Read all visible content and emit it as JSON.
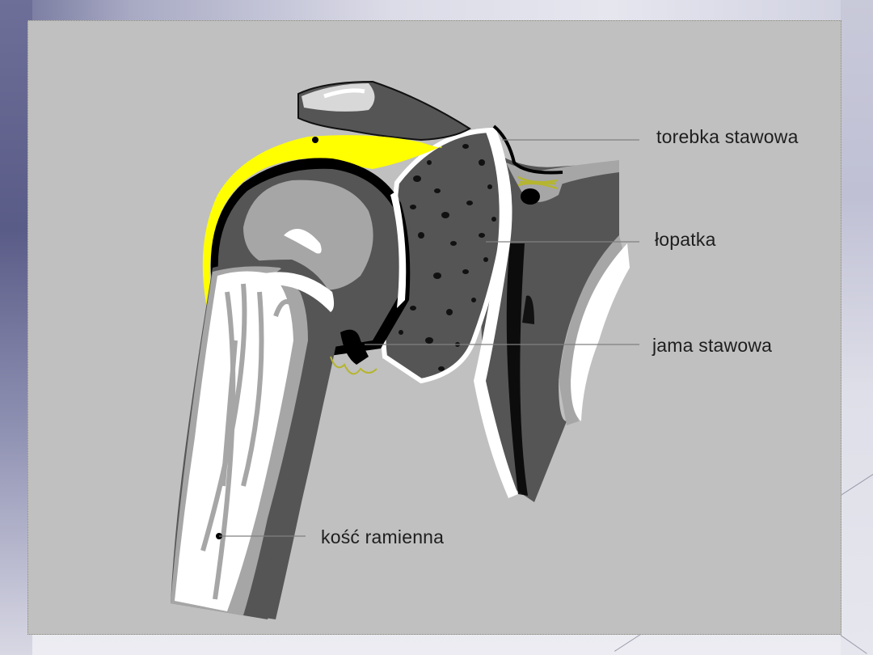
{
  "slide": {
    "background_colors": {
      "left_edge": "#5a5c88",
      "light": "#e6e6ef"
    },
    "panel_color": "#c0c0c0"
  },
  "diagram": {
    "subject": "shoulder joint cross-section",
    "colors": {
      "capsule_yellow": "#ffff00",
      "bone_dark": "#555555",
      "bone_light": "#a6a6a6",
      "cortex_white": "#ffffff",
      "outline_black": "#000000",
      "ligament_olive": "#b5b530"
    },
    "labels": [
      {
        "id": "capsule",
        "text": "torebka stawowa"
      },
      {
        "id": "scapula",
        "text": "łopatka"
      },
      {
        "id": "glenoid",
        "text": "jama stawowa"
      },
      {
        "id": "humerus",
        "text": "kość ramienna"
      }
    ]
  }
}
